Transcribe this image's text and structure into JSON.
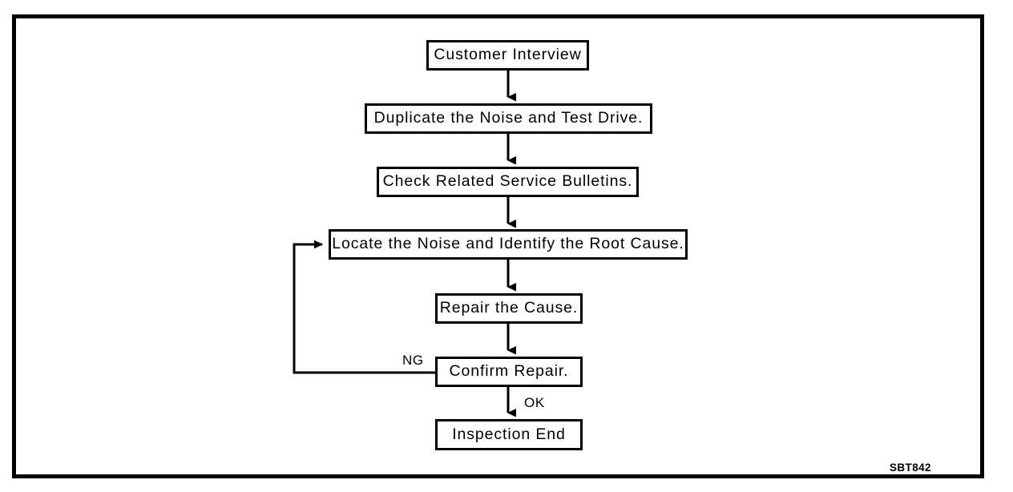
{
  "figure": {
    "code": "SBT842",
    "border_color": "#000000",
    "background_color": "#ffffff"
  },
  "flowchart": {
    "nodes": [
      {
        "id": "customer-interview",
        "label": "Customer Interview"
      },
      {
        "id": "duplicate-noise",
        "label": "Duplicate the Noise and Test Drive."
      },
      {
        "id": "check-bulletins",
        "label": "Check Related Service Bulletins."
      },
      {
        "id": "locate-noise",
        "label": "Locate the Noise and Identify the Root Cause."
      },
      {
        "id": "repair-cause",
        "label": "Repair the Cause."
      },
      {
        "id": "confirm-repair",
        "label": "Confirm Repair."
      },
      {
        "id": "inspection-end",
        "label": "Inspection End"
      }
    ],
    "edge_labels": [
      {
        "id": "ng",
        "label": "NG"
      },
      {
        "id": "ok",
        "label": "OK"
      }
    ]
  }
}
